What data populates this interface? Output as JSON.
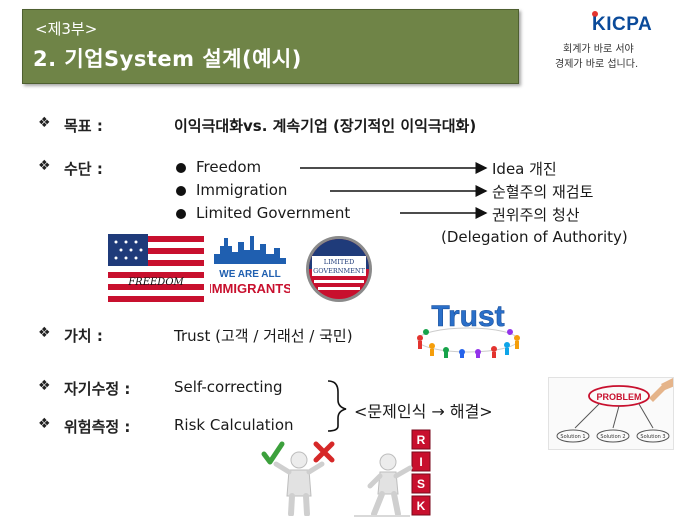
{
  "header": {
    "part": "<제3부>",
    "title": "2. 기업System 설계(예시)"
  },
  "logo": {
    "text": "KICPA",
    "slogan_line1": "회계가 바로 서야",
    "slogan_line2": "경제가 바로 섭니다."
  },
  "bullet_symbol": "❖",
  "goal": {
    "label": "목표 :",
    "text": "이익극대화vs. 계속기업 (장기적인 이익극대화)"
  },
  "means": {
    "label": "수단 :",
    "items": [
      {
        "name": "Freedom",
        "result": "Idea 개진"
      },
      {
        "name": "Immigration",
        "result": "순혈주의 재검토"
      },
      {
        "name": "Limited Government",
        "result": "권위주의 청산"
      }
    ],
    "note": "(Delegation of Authority)"
  },
  "images": {
    "freedom_flag": "FREEDOM",
    "immigrants_line1": "WE ARE ALL",
    "immigrants_line2": "IMMIGRANTS",
    "limited_gov_line1": "LIMITED",
    "limited_gov_line2": "GOVERNMENT",
    "trust": "Trust",
    "risk": [
      "R",
      "I",
      "S",
      "K"
    ],
    "problem": "PROBLEM",
    "solutions": [
      "Solution 1",
      "Solution 2",
      "Solution 3"
    ]
  },
  "value": {
    "label": "가치 :",
    "text": "Trust (고객 / 거래선 / 국민)"
  },
  "self_correct": {
    "label": "자기수정 :",
    "text": "Self-correcting"
  },
  "risk_measure": {
    "label": "위험측정 :",
    "text": "Risk Calculation"
  },
  "cycle": "<문제인식 → 해결>",
  "colors": {
    "header_bg": "#6f8447",
    "logo_blue": "#0a4a9a",
    "flag_red": "#c8102e",
    "flag_blue": "#1f3b7a"
  }
}
